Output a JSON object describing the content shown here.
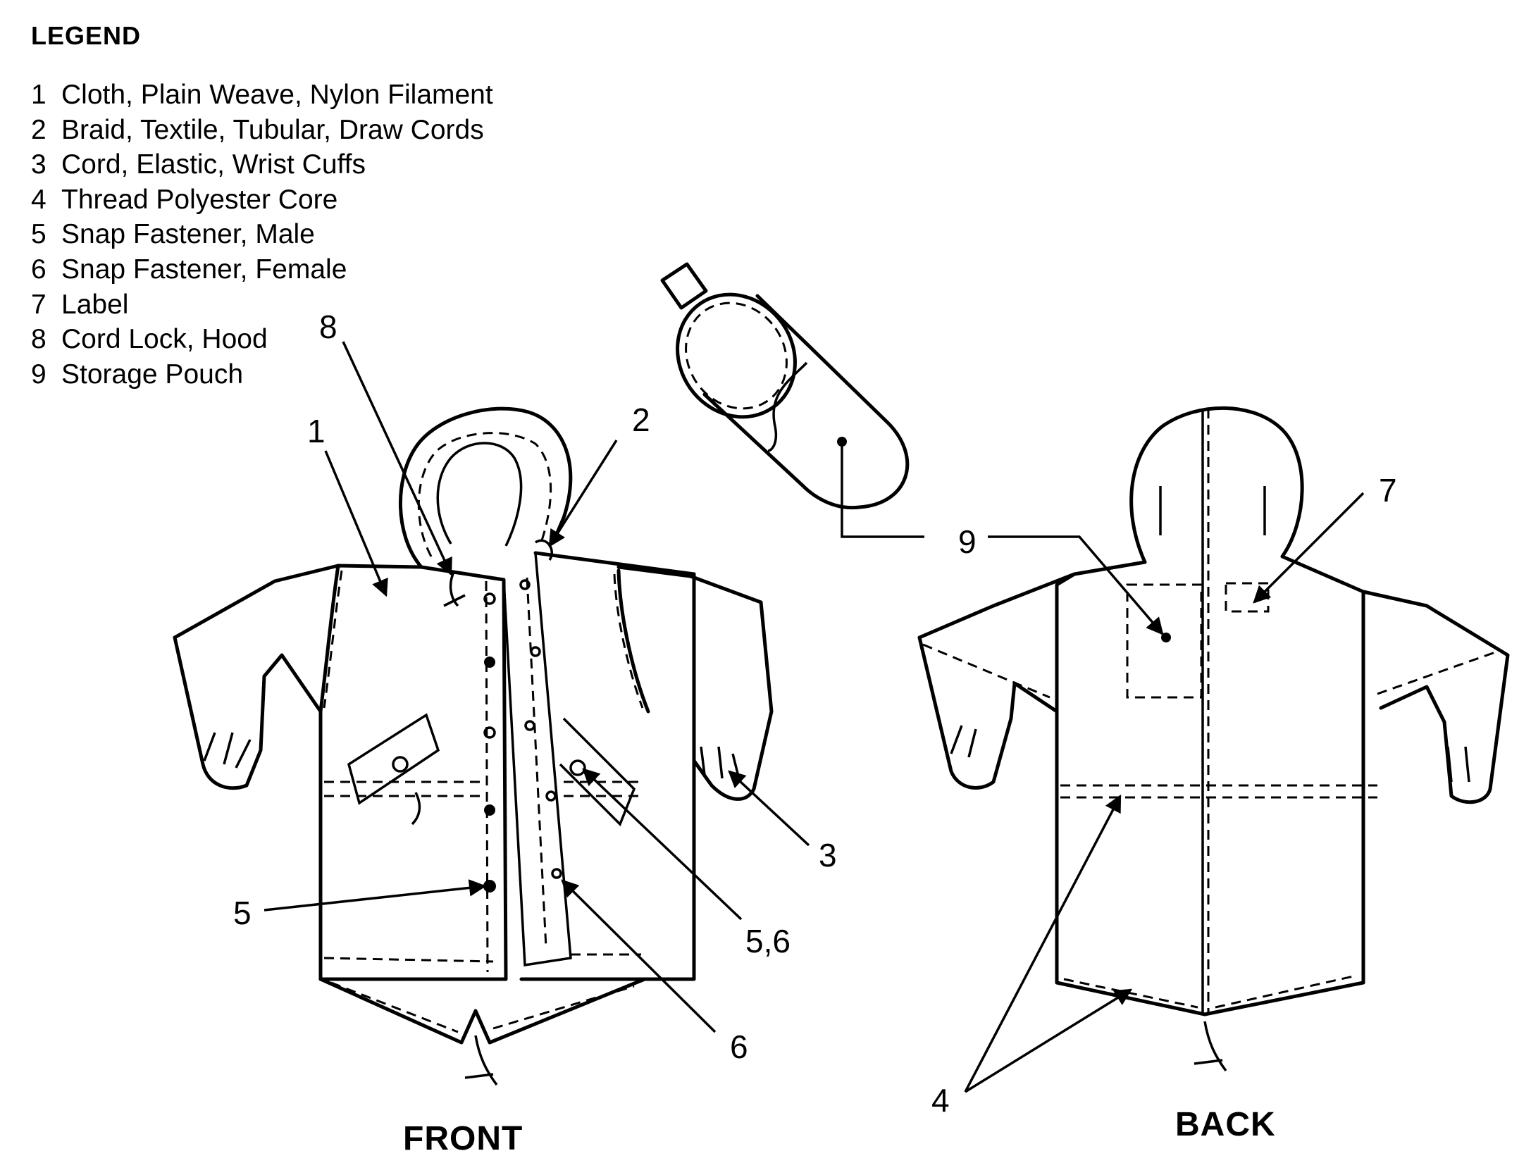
{
  "legend": {
    "title": "LEGEND",
    "items": [
      {
        "num": "1",
        "label": "Cloth, Plain Weave, Nylon Filament"
      },
      {
        "num": "2",
        "label": "Braid, Textile, Tubular, Draw Cords"
      },
      {
        "num": "3",
        "label": "Cord, Elastic, Wrist Cuffs"
      },
      {
        "num": "4",
        "label": "Thread Polyester Core"
      },
      {
        "num": "5",
        "label": "Snap Fastener, Male"
      },
      {
        "num": "6",
        "label": "Snap Fastener, Female"
      },
      {
        "num": "7",
        "label": "Label"
      },
      {
        "num": "8",
        "label": "Cord Lock, Hood"
      },
      {
        "num": "9",
        "label": "Storage Pouch"
      }
    ]
  },
  "callouts": {
    "c1": "1",
    "c2": "2",
    "c3": "3",
    "c4": "4",
    "c5": "5",
    "c56": "5,6",
    "c6": "6",
    "c7": "7",
    "c8": "8",
    "c9": "9"
  },
  "views": {
    "front": "FRONT",
    "back": "BACK"
  }
}
